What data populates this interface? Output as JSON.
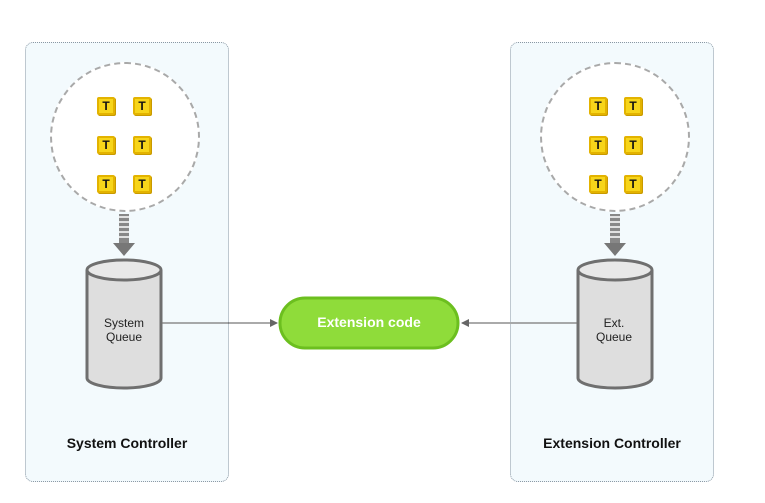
{
  "left_controller": {
    "label": "System Controller",
    "queue_label": "System\nQueue",
    "tasks": [
      "T",
      "T",
      "T",
      "T",
      "T",
      "T"
    ]
  },
  "right_controller": {
    "label": "Extension Controller",
    "queue_label": "Ext.\nQueue",
    "tasks": [
      "T",
      "T",
      "T",
      "T",
      "T",
      "T"
    ]
  },
  "center": {
    "label": "Extension code"
  },
  "colors": {
    "task_fill": "#f7d51a",
    "extension_fill": "#8fdc3a",
    "panel_bg": "#f3fafd",
    "queue_fill": "#dedede"
  }
}
